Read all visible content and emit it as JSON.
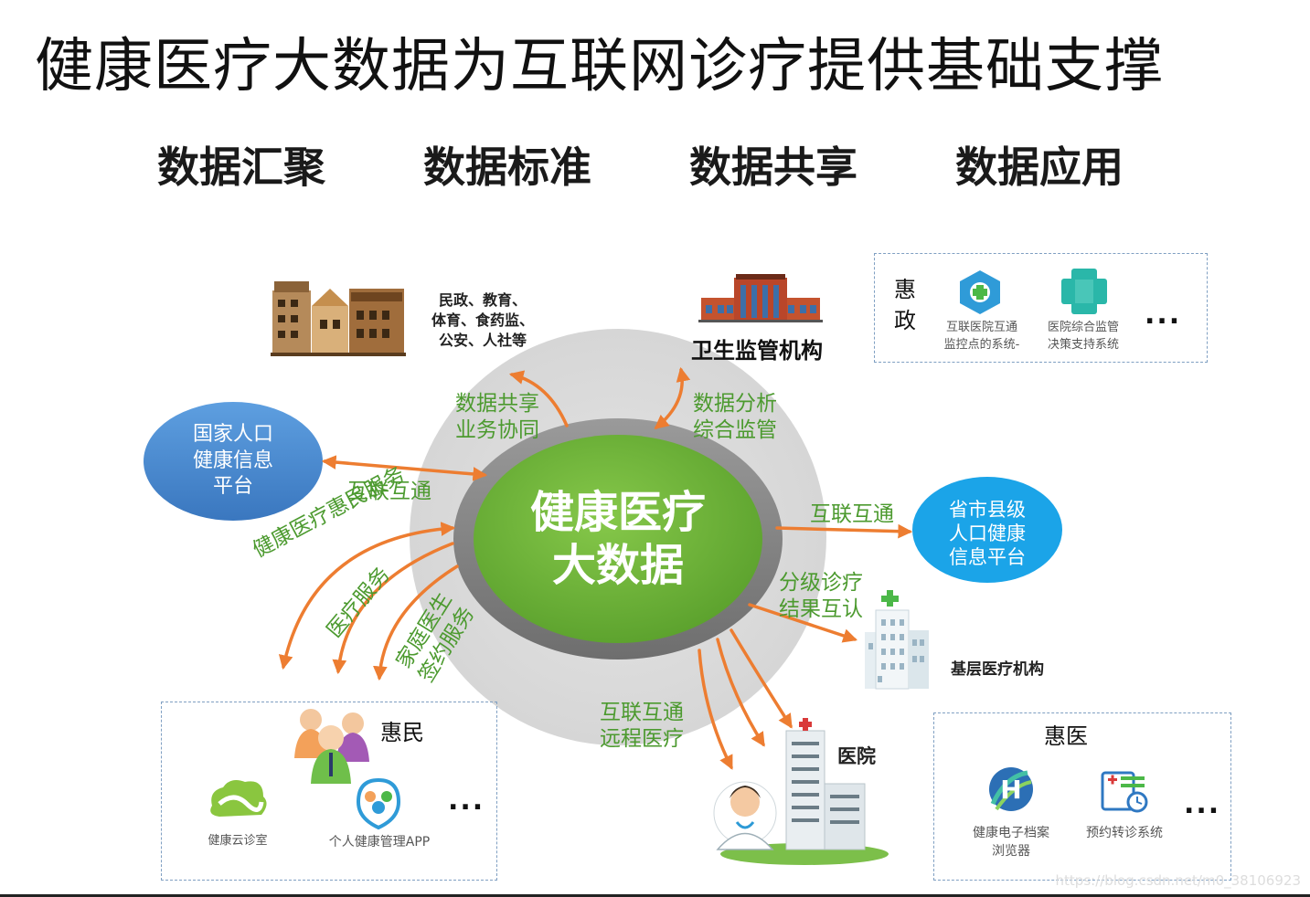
{
  "title": "健康医疗大数据为互联网诊疗提供基础支撑",
  "pillars": [
    "数据汇聚",
    "数据标准",
    "数据共享",
    "数据应用"
  ],
  "center": {
    "line1": "健康医疗",
    "line2": "大数据"
  },
  "government": {
    "line1": "民政、教育、",
    "line2": "体育、食药监、",
    "line3": "公安、人社等"
  },
  "health_regulator": {
    "label": "卫生监管机构"
  },
  "huizheng": {
    "title_line1": "惠",
    "title_line2": "政",
    "systems": [
      {
        "line1": "互联医院互通",
        "line2": "监控点的系统-"
      },
      {
        "line1": "医院综合监管",
        "line2": "决策支持系统"
      }
    ],
    "more": "..."
  },
  "national_platform": {
    "line1": "国家人口",
    "line2": "健康信息",
    "line3": "平台"
  },
  "provincial_platform": {
    "line1": "省市县级",
    "line2": "人口健康",
    "line3": "信息平台"
  },
  "edge_labels": {
    "share": {
      "line1": "数据共享",
      "line2": "业务协同"
    },
    "analysis": {
      "line1": "数据分析",
      "line2": "综合监管"
    },
    "national_interop": "互联互通",
    "provincial_interop": "互联互通",
    "tiered": {
      "line1": "分级诊疗",
      "line2": "结果互认"
    },
    "remote": {
      "line1": "互联互通",
      "line2": "远程医疗"
    },
    "benefit_service": "健康医疗惠民服务",
    "medical_service": "医疗服务",
    "family_doctor": {
      "line1": "家庭医生",
      "line2": "签约服务"
    }
  },
  "primary_care": {
    "label": "基层医疗机构"
  },
  "hospital": {
    "label": "医院"
  },
  "huimin": {
    "title": "惠民",
    "apps": [
      {
        "label": "健康云诊室"
      },
      {
        "label": "个人健康管理APP"
      }
    ],
    "more": "..."
  },
  "huiyi": {
    "title": "惠医",
    "systems": [
      {
        "line1": "健康电子档案",
        "line2": "浏览器"
      },
      {
        "line1": "预约转诊系统",
        "line2": ""
      }
    ],
    "more": "..."
  },
  "watermark": "https://blog.csdn.net/m0_38106923",
  "colors": {
    "arrow": "#ed7d31",
    "green_text": "#4c9a2f",
    "center_green": "#6fb53a",
    "national_oval": "#4a8dd0",
    "provincial_oval": "#1ba4e8",
    "halo": "#e0e0e0"
  }
}
